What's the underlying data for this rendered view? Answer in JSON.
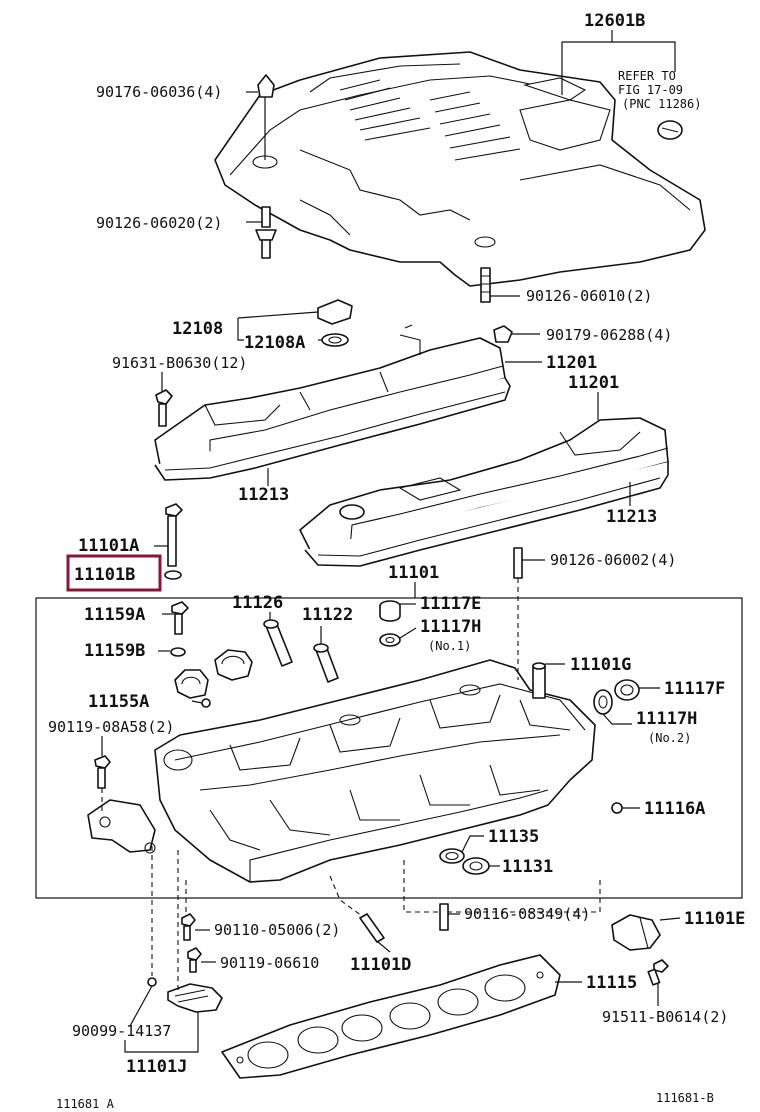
{
  "labels": {
    "l12601B": "12601B",
    "refer1": "REFER TO",
    "refer2": "FIG 17-09",
    "refer3": "(PNC 11286)",
    "l90176": "90176-06036(4)",
    "l90126a": "90126-06020(2)",
    "l90126b": "90126-06010(2)",
    "l12108": "12108",
    "l12108A": "12108A",
    "l90179": "90179-06288(4)",
    "l91631": "91631-B0630(12)",
    "l11201a": "11201",
    "l11201b": "11201",
    "l11213a": "11213",
    "l11213b": "11213",
    "l11101A": "11101A",
    "l11101B": "11101B",
    "l11101": "11101",
    "l90126c": "90126-06002(4)",
    "l11159A": "11159A",
    "l11126": "11126",
    "l11122": "11122",
    "l11117E": "11117E",
    "l11117H1": "11117H",
    "no1": "(No.1)",
    "l11159B": "11159B",
    "l11101G": "11101G",
    "l11117F": "11117F",
    "l11155A": "11155A",
    "l11117H2": "11117H",
    "no2": "(No.2)",
    "l90119a": "90119-08A58(2)",
    "l11116A": "11116A",
    "l11135": "11135",
    "l11131": "11131",
    "l90116": "90116-08349(4)",
    "l11101E": "11101E",
    "l90110": "90110-05006(2)",
    "l90119b": "90119-06610",
    "l11101D": "11101D",
    "l11115": "11115",
    "l90099": "90099-14137",
    "l91511": "91511-B0614(2)",
    "l11101J": "11101J",
    "figA": "111681 A",
    "figB": "111681-B"
  },
  "colors": {
    "highlight": "#8a1538",
    "ink": "#111111"
  }
}
